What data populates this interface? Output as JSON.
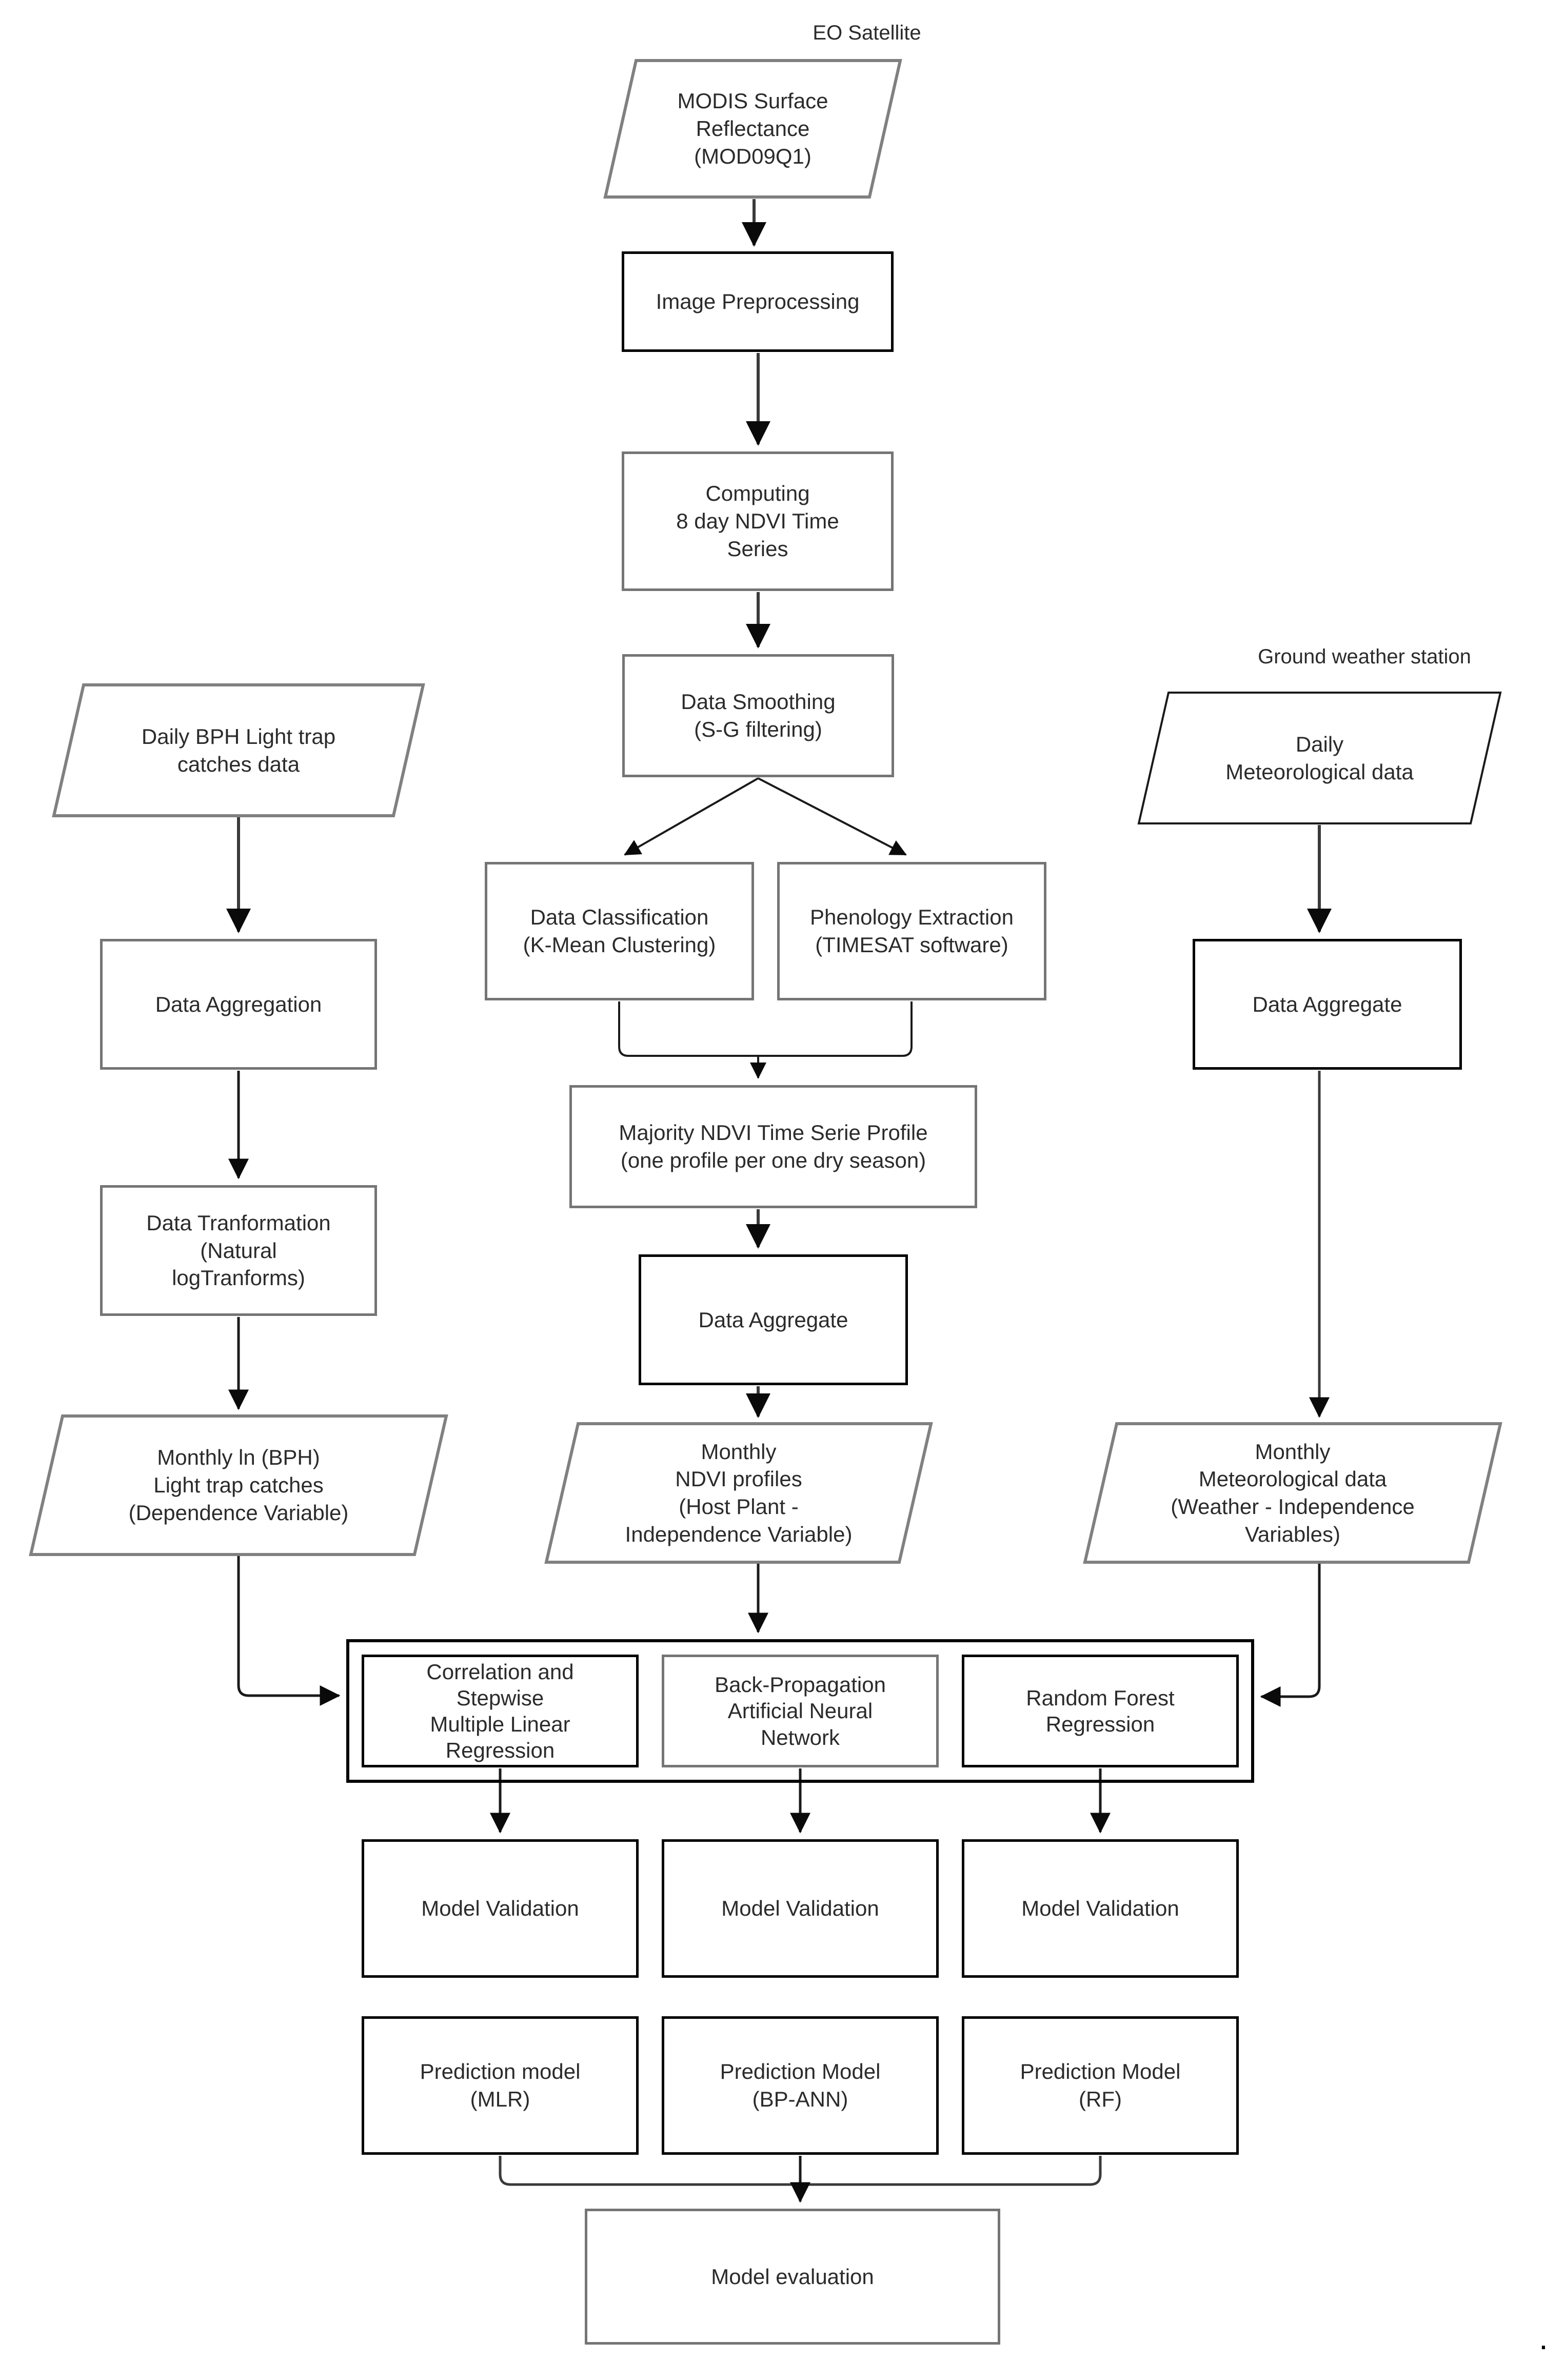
{
  "diagram": {
    "annotations": {
      "eo_satellite": "EO Satellite",
      "ground_weather_station": "Ground weather station",
      "trailing_period": "."
    },
    "satellite_branch": {
      "modis": "MODIS Surface\nReflectance\n(MOD09Q1)",
      "image_preprocessing": "Image Preprocessing",
      "computing_ndvi": "Computing\n8 day NDVI Time\nSeries",
      "data_smoothing": "Data Smoothing\n(S-G filtering)",
      "data_classification": "Data Classification\n(K-Mean Clustering)",
      "phenology_extraction": "Phenology Extraction\n(TIMESAT software)",
      "majority_profile": "Majority NDVI Time Serie Profile\n(one profile per one dry season)",
      "data_aggregate": "Data Aggregate",
      "monthly_ndvi_profiles": "Monthly\nNDVI profiles\n(Host Plant -\nIndependence Variable)"
    },
    "bph_branch": {
      "daily_bph_light_trap": "Daily BPH Light trap\ncatches data",
      "data_aggregation": "Data Aggregation",
      "data_tranformation": "Data Tranformation\n(Natural\nlogTranforms)",
      "monthly_ln_bph": "Monthly ln (BPH)\nLight trap catches\n(Dependence Variable)"
    },
    "weather_branch": {
      "daily_meteorological": "Daily\nMeteorological data",
      "data_aggregate": "Data Aggregate",
      "monthly_meteorological": "Monthly\nMeteorological data\n(Weather - Independence\nVariables)"
    },
    "modeling": {
      "mlr": "Correlation and\nStepwise\nMultiple Linear\nRegression",
      "bp_ann": "Back-Propagation\nArtificial Neural\nNetwork",
      "rf": "Random Forest\nRegression",
      "model_validation_mlr": "Model Validation",
      "model_validation_bp_ann": "Model Validation",
      "model_validation_rf": "Model Validation",
      "prediction_mlr": "Prediction model\n(MLR)",
      "prediction_bp_ann": "Prediction Model\n(BP-ANN)",
      "prediction_rf": "Prediction Model\n(RF)",
      "model_evaluation": "Model evaluation"
    },
    "colors": {
      "border_black": "#000000",
      "border_gray": "#757575",
      "parallelogram_gray": "#808080",
      "connector": "#3a3a3a",
      "text": "#2b2b2b"
    }
  }
}
